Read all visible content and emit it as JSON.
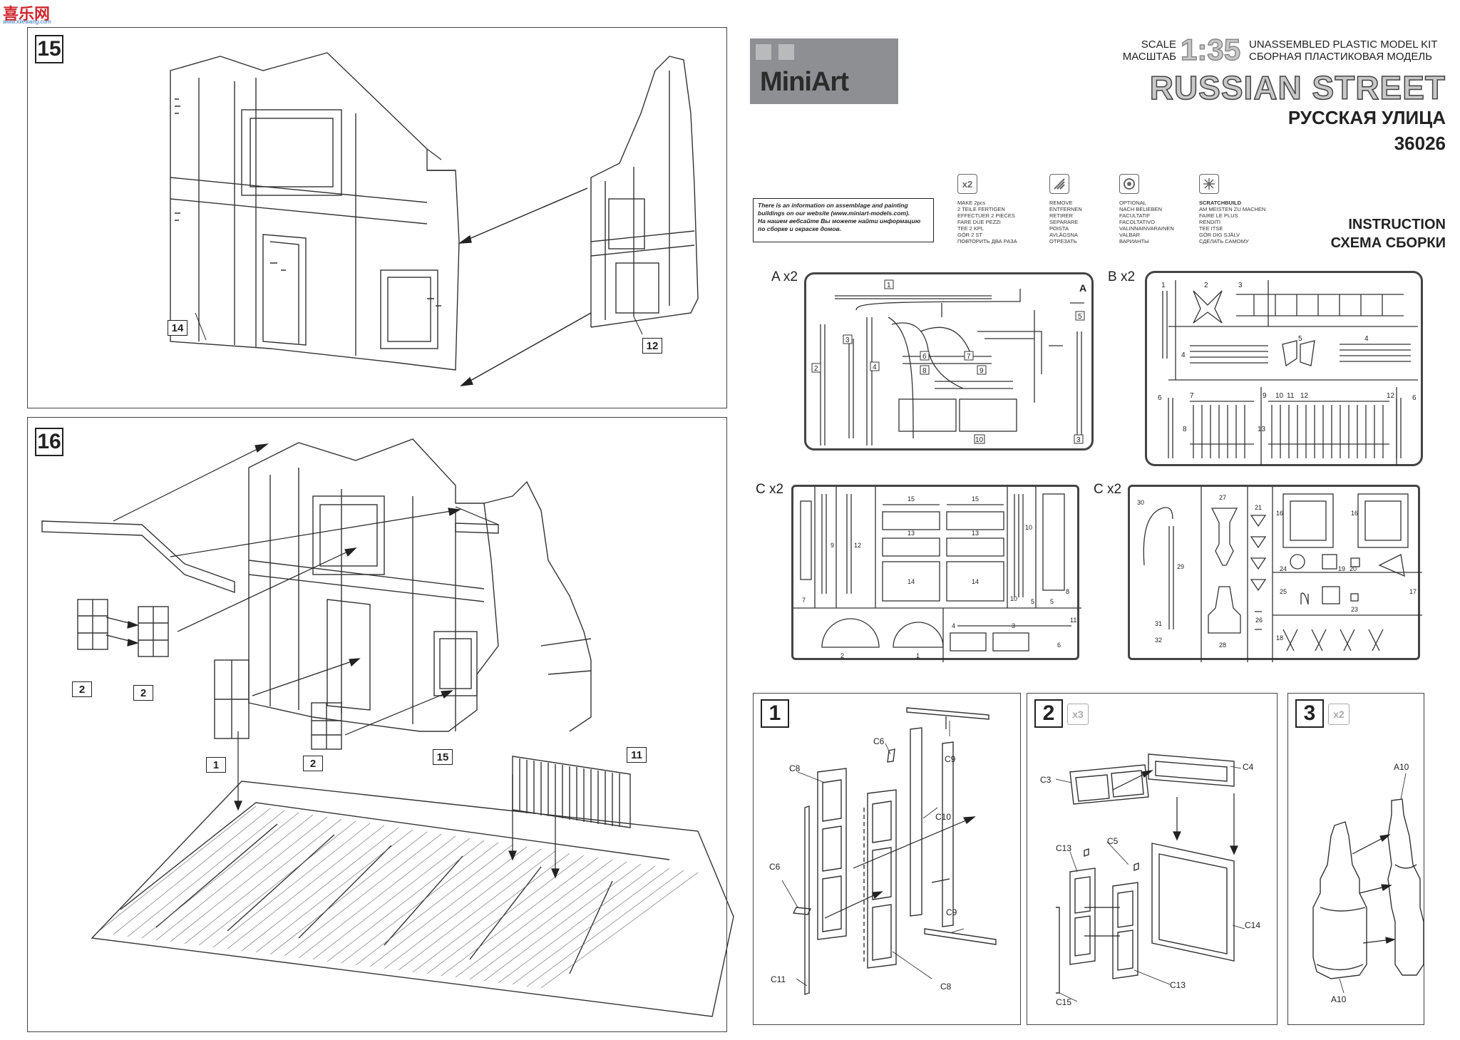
{
  "watermark": {
    "brand": "喜乐网",
    "url": "www.xilewang.com"
  },
  "brand": {
    "logo": "MiniArt"
  },
  "header": {
    "scale_label_en": "SCALE",
    "scale_label_ru": "МАСШТАБ",
    "scale_value": "1:35",
    "kit_type_en": "UNASSEMBLED PLASTIC MODEL KIT",
    "kit_type_ru": "СБОРНАЯ ПЛАСТИКОВАЯ МОДЕЛЬ",
    "title_en": "RUSSIAN STREET",
    "title_ru": "РУССКАЯ УЛИЦА",
    "kit_number": "36026",
    "instruction_en": "INSTRUCTION",
    "instruction_ru": "СХЕМА СБОРКИ"
  },
  "notice": {
    "en": "There is an information on assemblage and painting buildings on our website (www.miniart-models.com).",
    "ru": "На нашем вебсайте Вы можете найти информацию по сборке и окраске домов."
  },
  "legend": [
    {
      "icon": "x2",
      "icon_name": "make-two-icon",
      "lines": [
        "MAKE 2pcs",
        "2 TEILE FERTIGEN",
        "EFFECTUER 2 PIECES",
        "FARE DUE PEZZI",
        "TEE 2 KPL",
        "GÖR 2 ST",
        "ПОВТОРИТЬ ДВА РАЗА"
      ]
    },
    {
      "icon": "",
      "icon_name": "remove-icon",
      "lines": [
        "REMOVE",
        "ENTFERNEN",
        "RETIRER",
        "SEPARARE",
        "POISTA",
        "AVLÄGSNA",
        "ОТРЕЗАТЬ"
      ]
    },
    {
      "icon": "",
      "icon_name": "optional-icon",
      "lines": [
        "OPTIONAL",
        "NACH BELIEBEN",
        "FACULTATIF",
        "FACOLTATIVO",
        "VALINNAINVARAINEN",
        "VALBAR",
        "ВАРИАНТЫ"
      ]
    },
    {
      "icon": "",
      "icon_name": "scratchbuild-icon",
      "lines": [
        "SCRATCHBUILD",
        "AM MEISTEN ZU MACHEN",
        "FAIRE LE PLUS",
        "RENDITI",
        "TEE ITSE",
        "GÖR DIG SJÄLV",
        "СДЕЛАТЬ САМОМУ"
      ]
    }
  ],
  "sprues": [
    {
      "label": "A x2"
    },
    {
      "label": "B x2"
    },
    {
      "label": "C x2"
    },
    {
      "label": "C x2"
    }
  ],
  "sprue_a": {
    "corner": "A",
    "parts": [
      "1",
      "2",
      "3",
      "4",
      "5",
      "6",
      "7",
      "8",
      "9",
      "10",
      "3"
    ]
  },
  "sprue_b": {
    "parts": [
      "1",
      "2",
      "3",
      "4",
      "5",
      "4",
      "6",
      "7",
      "8",
      "9",
      "10",
      "11",
      "12",
      "13",
      "12",
      "6"
    ]
  },
  "sprue_c1": {
    "parts": [
      "7",
      "9",
      "12",
      "15",
      "15",
      "13",
      "13",
      "14",
      "14",
      "10",
      "10",
      "5",
      "5",
      "8",
      "2",
      "1",
      "4",
      "3",
      "11",
      "6"
    ]
  },
  "sprue_c2": {
    "parts": [
      "30",
      "29",
      "27",
      "21",
      "16",
      "16",
      "24",
      "19",
      "20",
      "25",
      "23",
      "17",
      "31",
      "32",
      "26",
      "28",
      "18"
    ]
  },
  "step15": {
    "number": "15",
    "parts": [
      "14",
      "12"
    ]
  },
  "step16": {
    "number": "16",
    "parts": [
      "2",
      "2",
      "1",
      "2",
      "15",
      "11"
    ]
  },
  "step1": {
    "number": "1",
    "labels": [
      "C8",
      "C6",
      "C9",
      "C10",
      "C6",
      "C9",
      "C11",
      "C8"
    ]
  },
  "step2": {
    "number": "2",
    "multiplier": "x3",
    "labels": [
      "C3",
      "C4",
      "C13",
      "C5",
      "C14",
      "C13",
      "C15"
    ]
  },
  "step3": {
    "number": "3",
    "multiplier": "x2",
    "labels": [
      "A10",
      "A10"
    ]
  }
}
